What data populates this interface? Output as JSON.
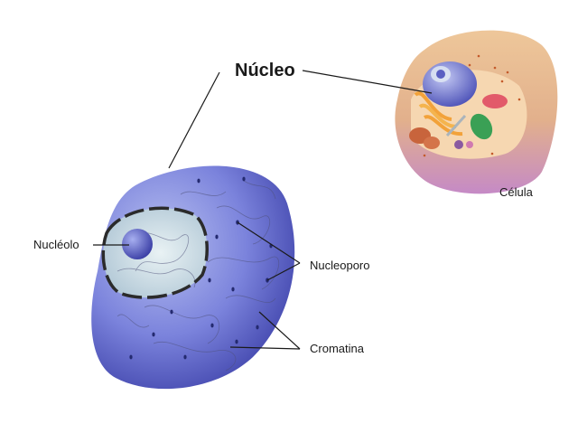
{
  "diagram": {
    "title": "Núcleo",
    "labels": {
      "cell": "Célula",
      "nucleolus": "Nucléolo",
      "nuclear_pore": "Nucleoporo",
      "chromatin": "Cromatina"
    }
  },
  "colors": {
    "nucleus_light": "#a9b2ea",
    "nucleus_mid": "#6a72d3",
    "nucleus_dark": "#3c40a8",
    "cell_membrane": "#e7b98a",
    "cell_lower": "#c98bc9",
    "cytoplasm": "#f4d0a6",
    "leader_line": "#1a1a1a"
  }
}
